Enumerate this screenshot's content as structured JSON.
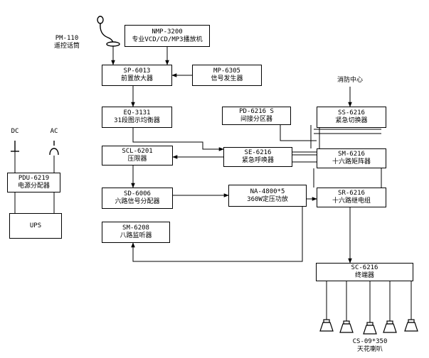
{
  "boxes": {
    "nmp3200": {
      "model": "NMP-3200",
      "name": "专业VCD/CD/MP3播放机"
    },
    "sp6013": {
      "model": "SP-6013",
      "name": "前置放大器"
    },
    "mp6305": {
      "model": "MP-6305",
      "name": "信号发生器"
    },
    "eq3131": {
      "model": "EQ-3131",
      "name": "31段图示均衡器"
    },
    "pd6216": {
      "model": "PD-6216 S",
      "name": "间接分区器"
    },
    "ss6216": {
      "model": "SS-6216",
      "name": "紧急切换器"
    },
    "scl6201": {
      "model": "SCL-6201",
      "name": "压限器"
    },
    "se6216": {
      "model": "SE-6216",
      "name": "紧急呼唤器"
    },
    "sm6216": {
      "model": "SM-6216",
      "name": "十六路矩阵器"
    },
    "sd6006": {
      "model": "SD-6006",
      "name": "六路信号分配器"
    },
    "na4800": {
      "model": "NA-4800*5",
      "name": "360W定压功放"
    },
    "sr6216": {
      "model": "SR-6216",
      "name": "十六路继电组"
    },
    "sm6208": {
      "model": "SM-6208",
      "name": "八路监听器"
    },
    "sc6216": {
      "model": "SC-6216",
      "name": "终端器"
    },
    "pdu6219": {
      "model": "PDU-6219",
      "name": "电源分配器"
    },
    "ups": {
      "name": "UPS"
    }
  },
  "labels": {
    "mic_model": "PM-110",
    "mic_name": "遥控话筒",
    "fire_center": "消防中心",
    "dc": "DC",
    "ac": "AC",
    "speaker_model": "CS-09*350",
    "speaker_name": "天花喇叭"
  },
  "icons": [
    "microphone-icon",
    "speaker-icon",
    "dc-plug-icon",
    "ac-plug-icon"
  ]
}
